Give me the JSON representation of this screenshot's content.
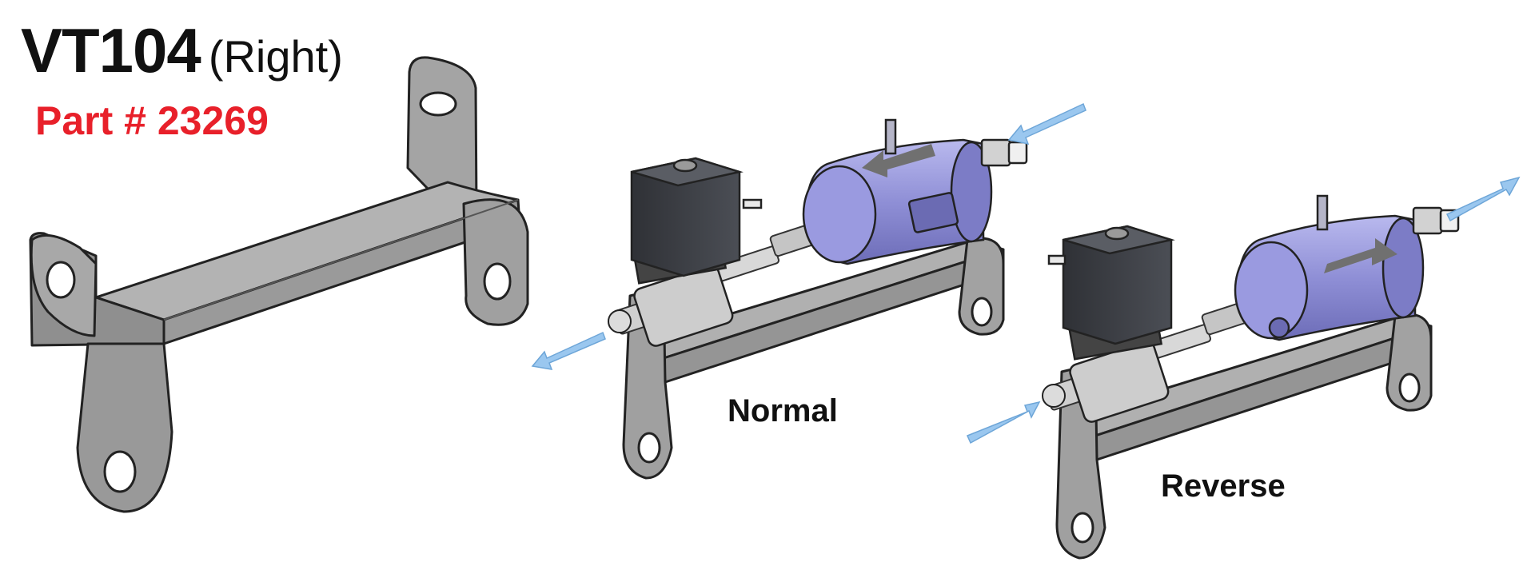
{
  "title": {
    "model": "VT104",
    "side": "(Right)"
  },
  "part": {
    "text": "Part # 23269"
  },
  "labels": {
    "normal": "Normal",
    "reverse": "Reverse"
  },
  "colors": {
    "part_text": "#e8202a",
    "bracket_fill": "#9b9b9b",
    "bracket_dark": "#6f6f6f",
    "meter_body": "#8f8fd6",
    "meter_dark": "#5b5ba8",
    "valve_coil": "#3d3f45",
    "fitting": "#c8c8c8",
    "flow_arrow": "#9ac7ef"
  }
}
